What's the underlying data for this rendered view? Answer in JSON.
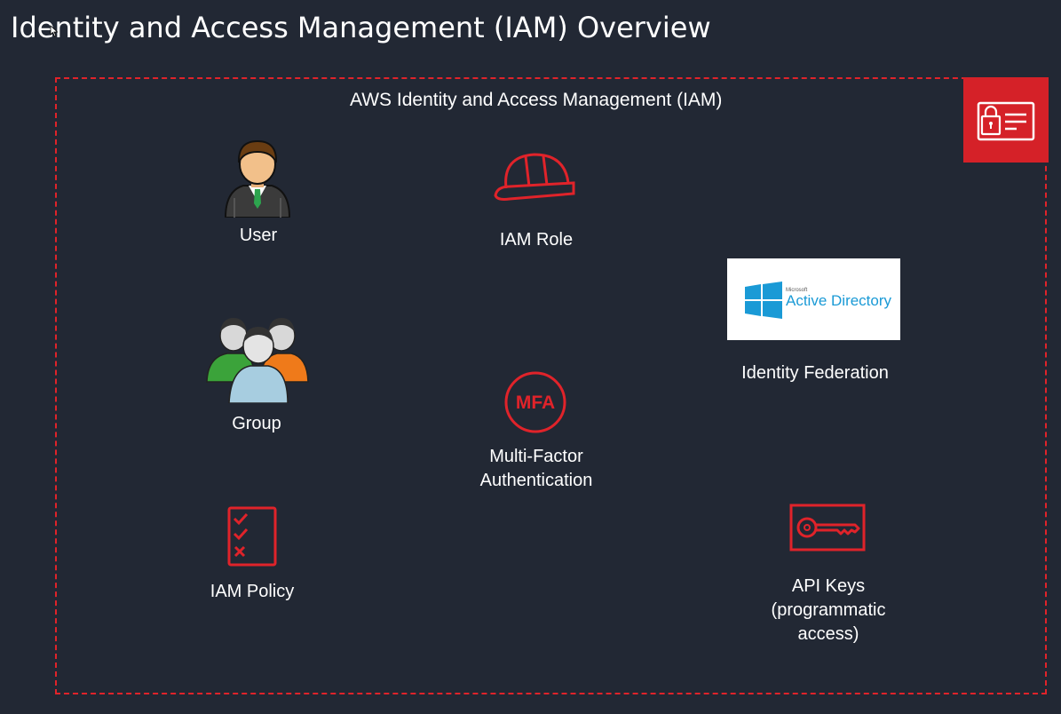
{
  "slide": {
    "title": "Identity and Access Management (IAM) Overview"
  },
  "diagram": {
    "frame_title": "AWS Identity and Access Management (IAM)",
    "colors": {
      "background": "#222834",
      "accent_red": "#e0232a",
      "badge_red": "#d52128",
      "text": "#ffffff",
      "ad_blue": "#1a9ad6"
    },
    "icons": {
      "badge": "iam-service-icon",
      "user": "user-avatar-icon",
      "group": "group-avatar-icon",
      "role": "hard-hat-icon",
      "mfa": "mfa-icon",
      "policy": "checklist-icon",
      "keys": "key-icon",
      "ad": "windows-logo-icon"
    },
    "user": {
      "label": "User"
    },
    "group": {
      "label": "Group"
    },
    "policy": {
      "label": "IAM Policy"
    },
    "role": {
      "label": "IAM Role"
    },
    "mfa": {
      "badge_text": "MFA",
      "label_line1": "Multi-Factor",
      "label_line2": "Authentication"
    },
    "federation": {
      "logo_small": "Microsoft",
      "logo_text": "Active Directory",
      "label": "Identity Federation"
    },
    "keys": {
      "label_line1": "API Keys",
      "label_line2": "(programmatic",
      "label_line3": "access)"
    }
  }
}
